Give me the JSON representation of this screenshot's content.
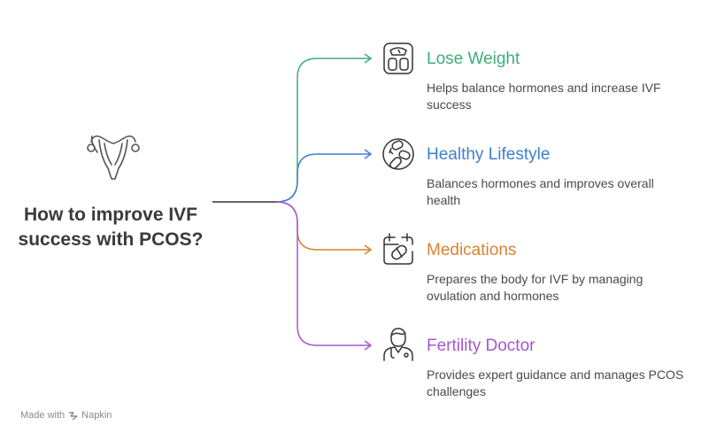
{
  "title": "How to improve IVF success with PCOS?",
  "items": [
    {
      "title": "Lose Weight",
      "description": "Helps balance hormones and increase IVF success",
      "color": "#3dae7a",
      "icon": "scale-icon"
    },
    {
      "title": "Healthy Lifestyle",
      "description": "Balances hormones and improves overall health",
      "color": "#3f7fd1",
      "icon": "pills-icon"
    },
    {
      "title": "Medications",
      "description": "Prepares the body for IVF by managing ovulation and hormones",
      "color": "#d6832e",
      "icon": "calendar-pill-icon"
    },
    {
      "title": "Fertility Doctor",
      "description": "Provides expert guidance and manages PCOS challenges",
      "color": "#a855d6",
      "icon": "doctor-icon"
    }
  ],
  "footer": {
    "made_with": "Made with",
    "brand": "Napkin"
  }
}
